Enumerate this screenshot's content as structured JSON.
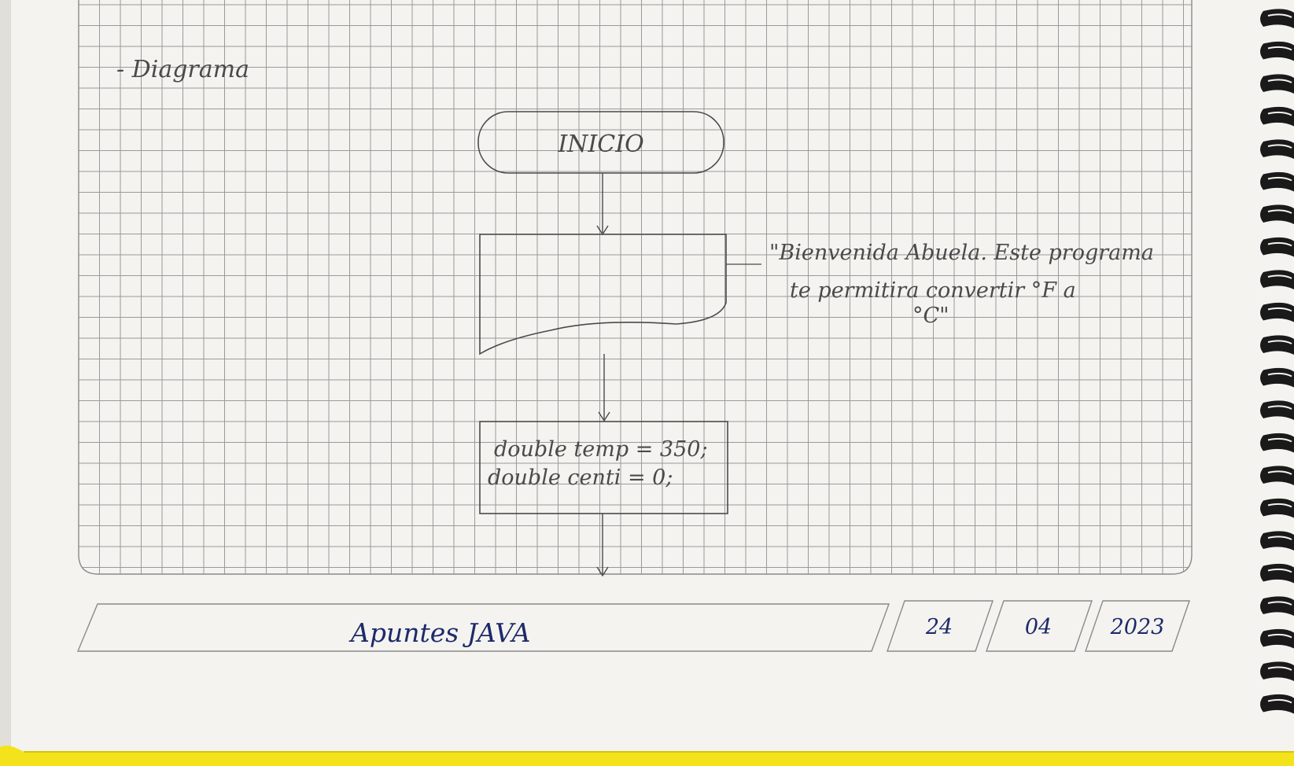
{
  "heading": "- Diagrama",
  "flowchart": {
    "start_label": "INICIO",
    "output_lines": [
      "\"Bienvenida Abuela. Este programa",
      "te permitira convertir °F a",
      "°C\""
    ],
    "process_lines": [
      "double temp = 350;",
      "double centi = 0;"
    ]
  },
  "footer": {
    "subject": "Apuntes JAVA",
    "day": "24",
    "month": "04",
    "year": "2023"
  },
  "colors": {
    "paper": "#f4f3ef",
    "grid": "#8e8e8e",
    "pencil": "#4a4a4a",
    "ink": "#1d2a6b",
    "yellow_edge": "#f4e31a",
    "spiral": "#1a1a1a"
  }
}
